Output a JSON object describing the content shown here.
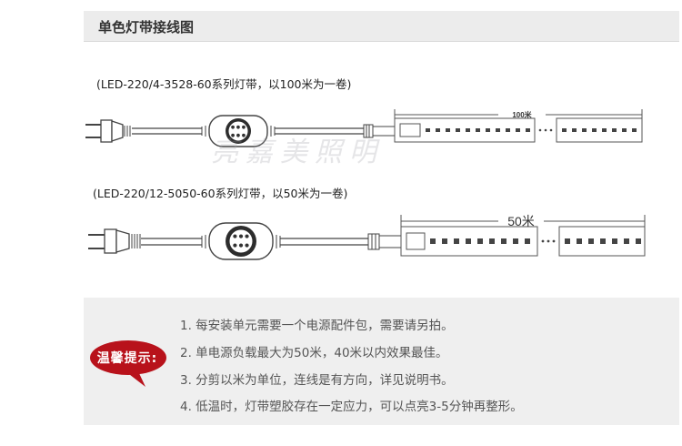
{
  "header": {
    "title": "单色灯带接线图"
  },
  "diagram1": {
    "label": "(LED-220/4-3528-60系列灯带，以100米为一卷)",
    "length_label": "100米"
  },
  "diagram2": {
    "label": "(LED-220/12-5050-60系列灯带，以50米为一卷)",
    "length_label": "50米"
  },
  "watermark": "亮嘉美照明",
  "tips": {
    "title": "温馨提示:",
    "items": [
      "1. 每安装单元需要一个电源配件包，需要请另拍。",
      "2. 单电源负载最大为50米，40米以内效果最佳。",
      "3. 分剪以米为单位，连线是有方向，详见说明书。",
      "4. 低温时，灯带塑胶存在一定应力，可以点亮3-5分钟再整形。"
    ]
  },
  "colors": {
    "bubble": "#b8121b",
    "tips_bg": "#efefef",
    "header_bg": "#ececec"
  }
}
